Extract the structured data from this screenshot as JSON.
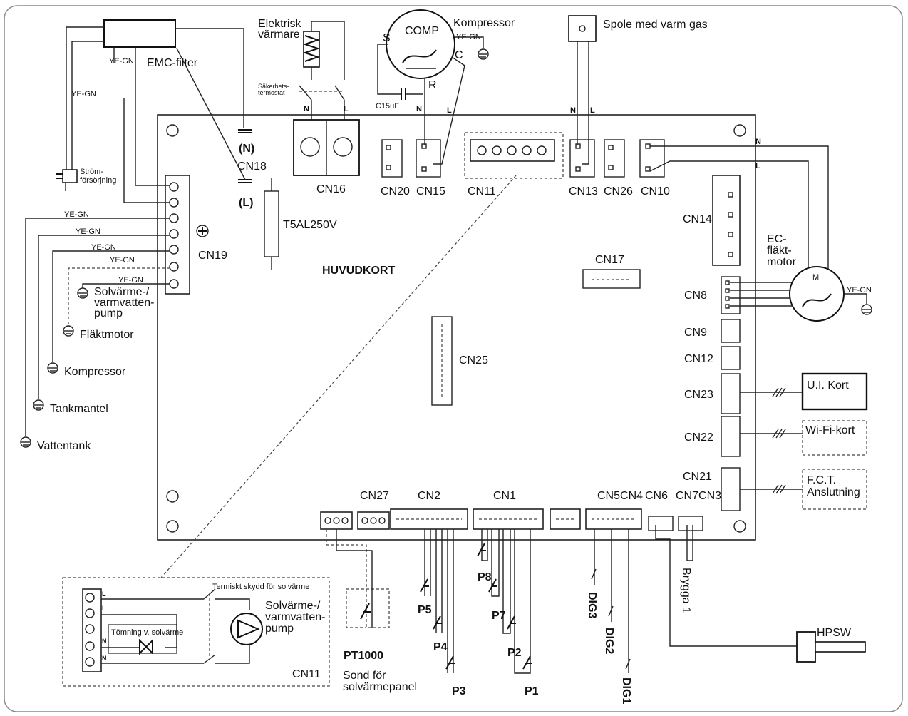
{
  "board": {
    "label": "HUVUDKORT"
  },
  "components": {
    "emc_filter": "EMC-filter",
    "electric_heater": "Elektrisk\nvärmare",
    "safety_thermostat": "Säkerhets-\ntermostat",
    "compressor": "Kompressor",
    "comp": "COMP",
    "comp_s": "S",
    "comp_c": "C",
    "comp_r": "R",
    "capacitor": "C15uF",
    "hot_gas_coil": "Spole med varm gas",
    "power_supply": "Ström-\nförsörjning",
    "fuse": "T5AL250V",
    "ec_fan_motor": "EC-\nfläkt-\nmotor",
    "motor_m": "M",
    "ui_board": "U.I. Kort",
    "wifi_board": "Wi-Fi-kort",
    "fct": "F.C.T.\nAnslutning",
    "hpsw": "HPSW",
    "bridge": "Brygga 1",
    "pt1000": "PT1000",
    "solar_probe": "Sond för\nsolvärmepanel",
    "solar_thermal_protection": "Termiskt skydd för solvärme",
    "solar_drain": "Tömning v. solvärme",
    "solar_pump_inset": "Solvärme-/\nvarmvatten-\npump",
    "cn11_inset": "CN11"
  },
  "grounds": {
    "solar_pump": "Solvärme-/\nvarmvatten-\npump",
    "fan_motor": "Fläktmotor",
    "compressor": "Kompressor",
    "tank_jacket": "Tankmantel",
    "water_tank": "Vattentank"
  },
  "wire_labels": {
    "ye_gn": "YE-GN",
    "n": "N",
    "l": "L"
  },
  "terminals": {
    "n_paren": "(N)",
    "l_paren": "(L)"
  },
  "connectors": {
    "cn18": "CN18",
    "cn16": "CN16",
    "cn20": "CN20",
    "cn15": "CN15",
    "cn11": "CN11",
    "cn13": "CN13",
    "cn26": "CN26",
    "cn10": "CN10",
    "cn14": "CN14",
    "cn17": "CN17",
    "cn8": "CN8",
    "cn9": "CN9",
    "cn12": "CN12",
    "cn23": "CN23",
    "cn22": "CN22",
    "cn21": "CN21",
    "cn19": "CN19",
    "cn25": "CN25",
    "cn27": "CN27",
    "cn2": "CN2",
    "cn1": "CN1",
    "cn5cn4": "CN5CN4",
    "cn6": "CN6",
    "cn7cn3": "CN7CN3"
  },
  "sensors": {
    "p1": "P1",
    "p2": "P2",
    "p3": "P3",
    "p4": "P4",
    "p5": "P5",
    "p7": "P7",
    "p8": "P8",
    "dig1": "DIG1",
    "dig2": "DIG2",
    "dig3": "DIG3"
  }
}
